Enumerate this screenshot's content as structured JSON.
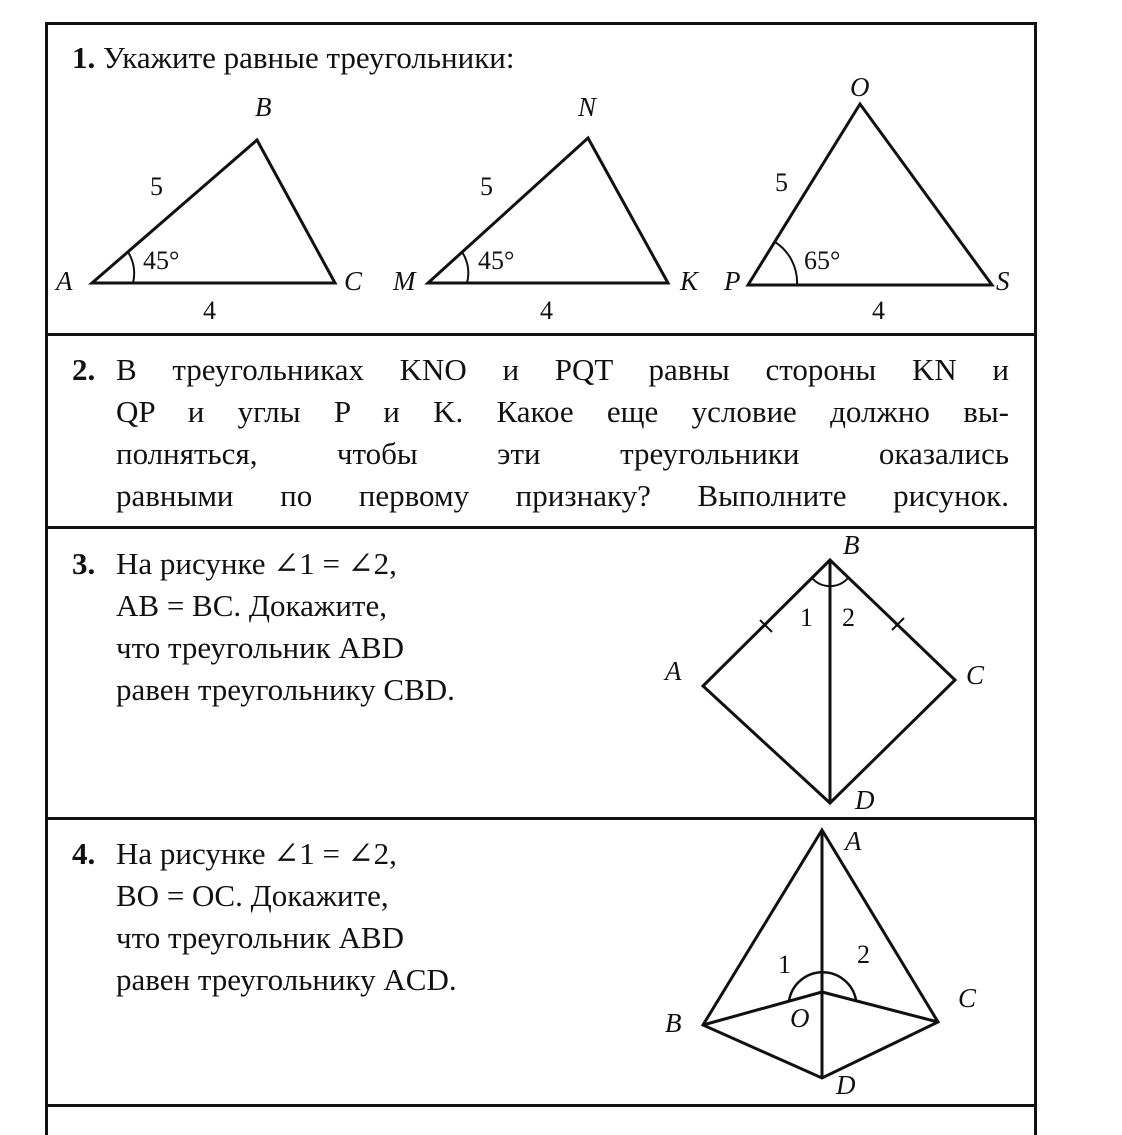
{
  "task1": {
    "number": "1.",
    "text": "Укажите равные треугольники:",
    "triangles": [
      {
        "vertices": [
          "A",
          "B",
          "C"
        ],
        "side_left": "5",
        "side_base": "4",
        "angle": "45°"
      },
      {
        "vertices": [
          "M",
          "N",
          "K"
        ],
        "side_left": "5",
        "side_base": "4",
        "angle": "45°"
      },
      {
        "vertices": [
          "P",
          "O",
          "S"
        ],
        "side_left": "5",
        "side_base": "4",
        "angle": "65°"
      }
    ]
  },
  "task2": {
    "number": "2.",
    "lines": [
      "В треугольниках KNO и PQT равны стороны KN и",
      "QP и углы P и K. Какое еще условие должно вы-",
      "полняться, чтобы эти треугольники оказались",
      "равными по первому признаку? Выполните рисунок."
    ]
  },
  "task3": {
    "number": "3.",
    "lines": [
      "На рисунке ∠1 = ∠2,",
      "AB = BC. Докажите,",
      "что треугольник ABD",
      "равен треугольнику CBD."
    ],
    "points": {
      "A": "A",
      "B": "B",
      "C": "C",
      "D": "D"
    },
    "angles": [
      "1",
      "2"
    ]
  },
  "task4": {
    "number": "4.",
    "lines": [
      "На рисунке ∠1 = ∠2,",
      "BO = OC. Докажите,",
      "что треугольник ABD",
      "равен треугольнику ACD."
    ],
    "points": {
      "A": "A",
      "B": "B",
      "C": "C",
      "D": "D",
      "O": "O"
    },
    "angles": [
      "1",
      "2"
    ]
  }
}
